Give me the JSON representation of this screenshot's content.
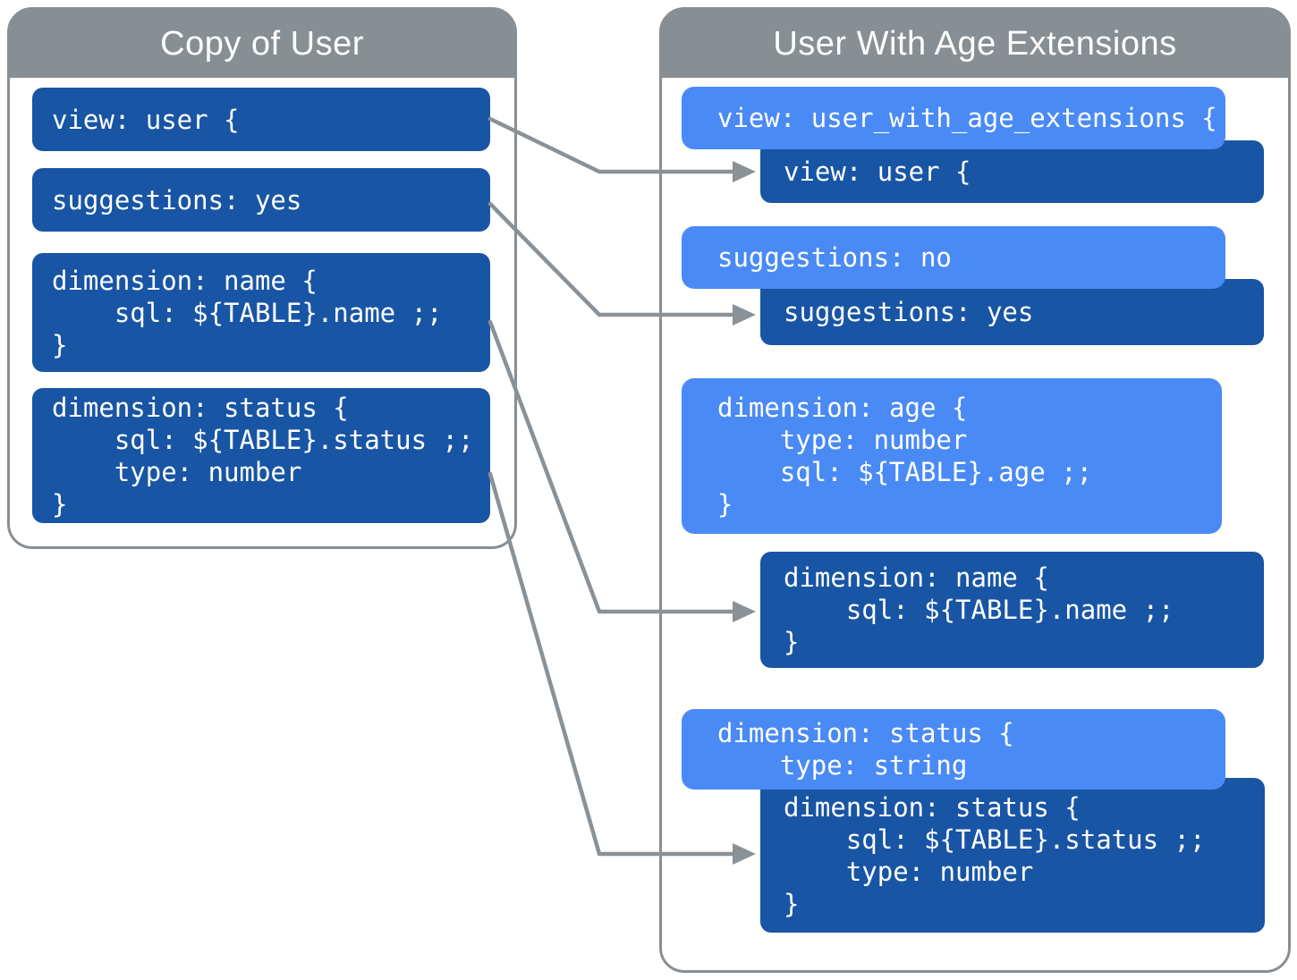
{
  "left_panel": {
    "title": "Copy of User",
    "blocks": [
      {
        "id": "view-user",
        "code": "view: user {"
      },
      {
        "id": "suggestions-yes",
        "code": "suggestions: yes"
      },
      {
        "id": "dimension-name",
        "code": "dimension: name {\n    sql: ${TABLE}.name ;;\n}"
      },
      {
        "id": "dimension-status",
        "code": "dimension: status {\n    sql: ${TABLE}.status ;;\n    type: number\n}"
      }
    ]
  },
  "right_panel": {
    "title": "User With Age Extensions",
    "blocks": [
      {
        "id": "view-extended",
        "variant": "light",
        "code": "view: user_with_age_extensions {"
      },
      {
        "id": "view-user-inherited",
        "variant": "dark",
        "code": "view: user {"
      },
      {
        "id": "suggestions-no",
        "variant": "light",
        "code": "suggestions: no"
      },
      {
        "id": "suggestions-yes-inherited",
        "variant": "dark",
        "code": "suggestions: yes"
      },
      {
        "id": "dimension-age",
        "variant": "light",
        "code": "dimension: age {\n    type: number\n    sql: ${TABLE}.age ;;\n}"
      },
      {
        "id": "dimension-name-inherited",
        "variant": "dark",
        "code": "dimension: name {\n    sql: ${TABLE}.name ;;\n}"
      },
      {
        "id": "dimension-status-override",
        "variant": "light",
        "code": "dimension: status {\n    type: string"
      },
      {
        "id": "dimension-status-inherited",
        "variant": "dark",
        "code": "dimension: status {\n    sql: ${TABLE}.status ;;\n    type: number\n}"
      }
    ]
  },
  "colors": {
    "dark_blue": "#1955A5",
    "light_blue": "#4A8AF5",
    "header_gray": "#878E94",
    "arrow_gray": "#8A9197",
    "text_white": "#FFFFFF"
  }
}
